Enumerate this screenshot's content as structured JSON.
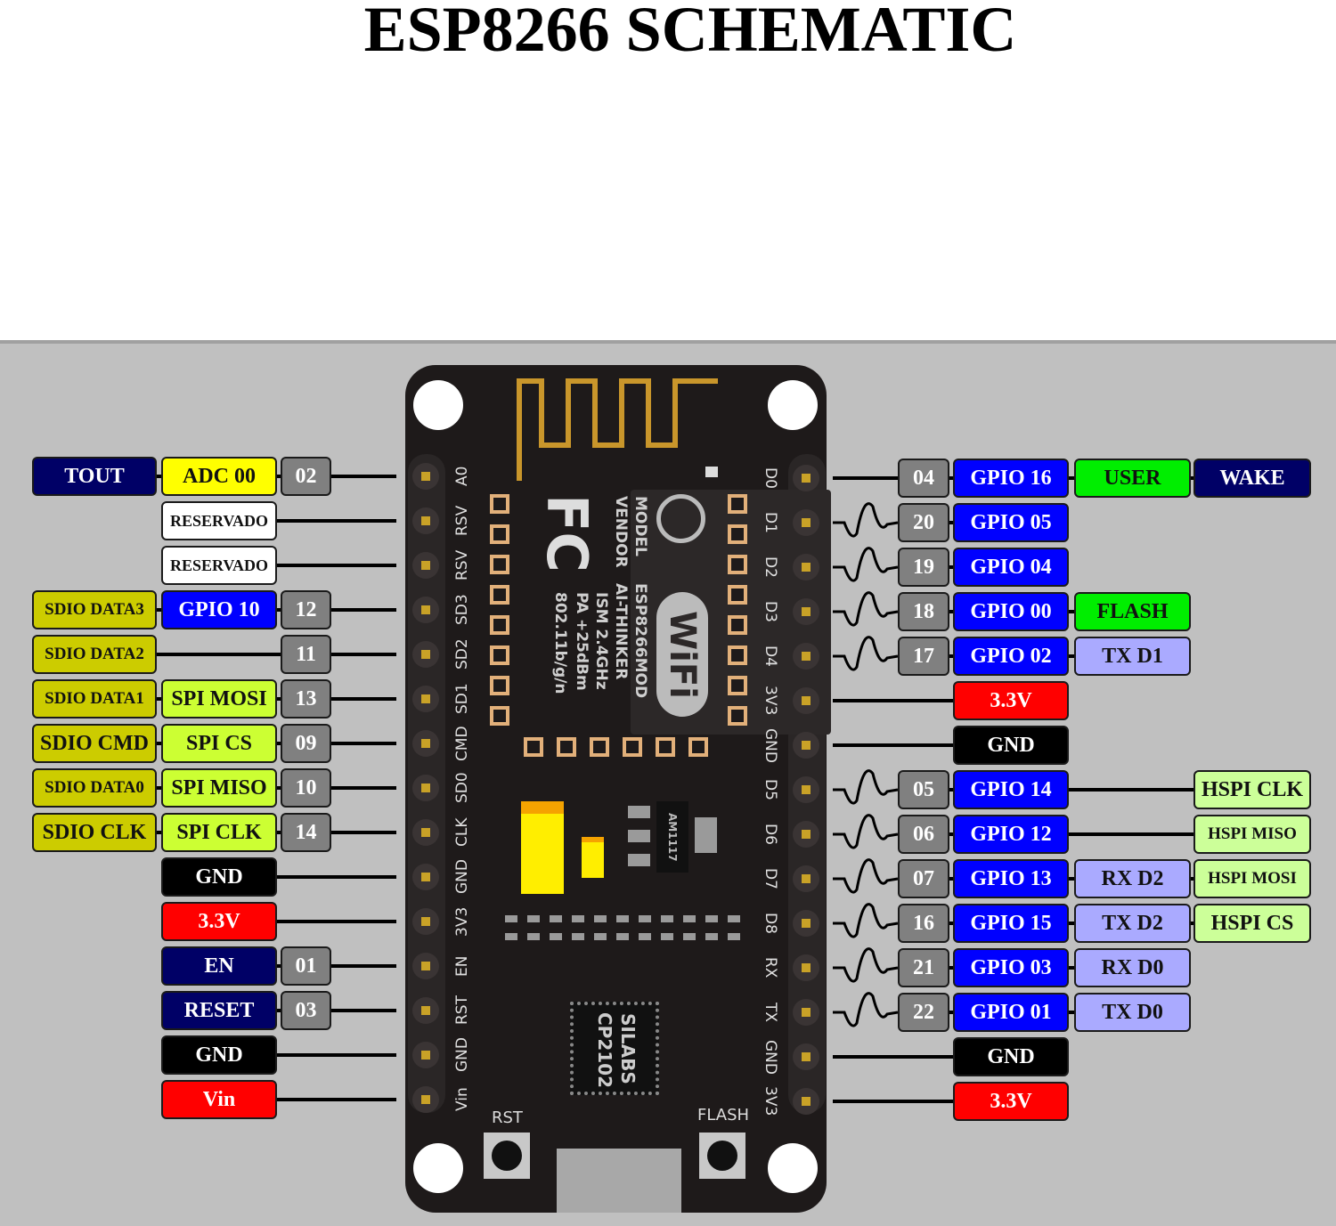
{
  "title": "ESP8266 SCHEMATIC",
  "colors": {
    "navy": "#000066",
    "yellow": "#ffff00",
    "white": "#ffffff",
    "sdio": "#cccc00",
    "gpio": "#0000ff",
    "spi": "#ccff33",
    "num": "#808080",
    "gnd": "#000000",
    "power": "#ff0000",
    "green": "#00ee00",
    "lavender": "#aaaaff",
    "hspi": "#ccff99"
  },
  "left_pins": [
    {
      "pin": "A0",
      "labels": [
        {
          "slot": "a",
          "text": "TOUT",
          "kind": "navy"
        },
        {
          "slot": "b",
          "text": "ADC 00",
          "kind": "yellow"
        },
        {
          "slot": "num",
          "text": "02",
          "kind": "num"
        }
      ]
    },
    {
      "pin": "RSV",
      "labels": [
        {
          "slot": "b",
          "text": "RESERVADO",
          "kind": "white"
        }
      ]
    },
    {
      "pin": "RSV",
      "labels": [
        {
          "slot": "b",
          "text": "RESERVADO",
          "kind": "white"
        }
      ]
    },
    {
      "pin": "SD3",
      "labels": [
        {
          "slot": "a",
          "text": "SDIO DATA3",
          "kind": "sdio"
        },
        {
          "slot": "b",
          "text": "GPIO 10",
          "kind": "gpio"
        },
        {
          "slot": "num",
          "text": "12",
          "kind": "num"
        }
      ]
    },
    {
      "pin": "SD2",
      "labels": [
        {
          "slot": "a",
          "text": "SDIO DATA2",
          "kind": "sdio"
        },
        {
          "slot": "num",
          "text": "11",
          "kind": "num"
        }
      ]
    },
    {
      "pin": "SD1",
      "labels": [
        {
          "slot": "a",
          "text": "SDIO DATA1",
          "kind": "sdio"
        },
        {
          "slot": "b",
          "text": "SPI MOSI",
          "kind": "spi"
        },
        {
          "slot": "num",
          "text": "13",
          "kind": "num"
        }
      ]
    },
    {
      "pin": "CMD",
      "labels": [
        {
          "slot": "a",
          "text": "SDIO CMD",
          "kind": "sdio"
        },
        {
          "slot": "b",
          "text": "SPI CS",
          "kind": "spi"
        },
        {
          "slot": "num",
          "text": "09",
          "kind": "num"
        }
      ]
    },
    {
      "pin": "SD0",
      "labels": [
        {
          "slot": "a",
          "text": "SDIO DATA0",
          "kind": "sdio"
        },
        {
          "slot": "b",
          "text": "SPI MISO",
          "kind": "spi"
        },
        {
          "slot": "num",
          "text": "10",
          "kind": "num"
        }
      ]
    },
    {
      "pin": "CLK",
      "labels": [
        {
          "slot": "a",
          "text": "SDIO CLK",
          "kind": "sdio"
        },
        {
          "slot": "b",
          "text": "SPI CLK",
          "kind": "spi"
        },
        {
          "slot": "num",
          "text": "14",
          "kind": "num"
        }
      ]
    },
    {
      "pin": "GND",
      "labels": [
        {
          "slot": "b",
          "text": "GND",
          "kind": "gnd"
        }
      ]
    },
    {
      "pin": "3V3",
      "labels": [
        {
          "slot": "b",
          "text": "3.3V",
          "kind": "power"
        }
      ]
    },
    {
      "pin": "EN",
      "labels": [
        {
          "slot": "b",
          "text": "EN",
          "kind": "navy"
        },
        {
          "slot": "num",
          "text": "01",
          "kind": "num"
        }
      ]
    },
    {
      "pin": "RST",
      "labels": [
        {
          "slot": "b",
          "text": "RESET",
          "kind": "navy"
        },
        {
          "slot": "num",
          "text": "03",
          "kind": "num"
        }
      ]
    },
    {
      "pin": "GND",
      "labels": [
        {
          "slot": "b",
          "text": "GND",
          "kind": "gnd"
        }
      ]
    },
    {
      "pin": "Vin",
      "labels": [
        {
          "slot": "b",
          "text": "Vin",
          "kind": "power"
        }
      ]
    }
  ],
  "right_pins": [
    {
      "pin": "D0",
      "labels": [
        {
          "slot": "num",
          "text": "04",
          "kind": "num"
        },
        {
          "slot": "gpio",
          "text": "GPIO 16",
          "kind": "gpio"
        },
        {
          "slot": "c3",
          "text": "USER",
          "kind": "green"
        },
        {
          "slot": "c4",
          "text": "WAKE",
          "kind": "navy"
        }
      ]
    },
    {
      "pin": "D1",
      "labels": [
        {
          "slot": "num",
          "text": "20",
          "kind": "num"
        },
        {
          "slot": "gpio",
          "text": "GPIO 05",
          "kind": "gpio"
        }
      ]
    },
    {
      "pin": "D2",
      "labels": [
        {
          "slot": "num",
          "text": "19",
          "kind": "num"
        },
        {
          "slot": "gpio",
          "text": "GPIO 04",
          "kind": "gpio"
        }
      ]
    },
    {
      "pin": "D3",
      "labels": [
        {
          "slot": "num",
          "text": "18",
          "kind": "num"
        },
        {
          "slot": "gpio",
          "text": "GPIO 00",
          "kind": "gpio"
        },
        {
          "slot": "c3",
          "text": "FLASH",
          "kind": "green"
        }
      ]
    },
    {
      "pin": "D4",
      "labels": [
        {
          "slot": "num",
          "text": "17",
          "kind": "num"
        },
        {
          "slot": "gpio",
          "text": "GPIO 02",
          "kind": "gpio"
        },
        {
          "slot": "c3",
          "text": "TX D1",
          "kind": "lavender"
        }
      ]
    },
    {
      "pin": "3V3",
      "labels": [
        {
          "slot": "gpio",
          "text": "3.3V",
          "kind": "power"
        }
      ]
    },
    {
      "pin": "GND",
      "labels": [
        {
          "slot": "gpio",
          "text": "GND",
          "kind": "gnd"
        }
      ]
    },
    {
      "pin": "D5",
      "labels": [
        {
          "slot": "num",
          "text": "05",
          "kind": "num"
        },
        {
          "slot": "gpio",
          "text": "GPIO 14",
          "kind": "gpio"
        },
        {
          "slot": "c4",
          "text": "HSPI CLK",
          "kind": "hspi"
        }
      ]
    },
    {
      "pin": "D6",
      "labels": [
        {
          "slot": "num",
          "text": "06",
          "kind": "num"
        },
        {
          "slot": "gpio",
          "text": "GPIO 12",
          "kind": "gpio"
        },
        {
          "slot": "c4",
          "text": "HSPI MISO",
          "kind": "hspi"
        }
      ]
    },
    {
      "pin": "D7",
      "labels": [
        {
          "slot": "num",
          "text": "07",
          "kind": "num"
        },
        {
          "slot": "gpio",
          "text": "GPIO 13",
          "kind": "gpio"
        },
        {
          "slot": "c3",
          "text": "RX D2",
          "kind": "lavender"
        },
        {
          "slot": "c4",
          "text": "HSPI MOSI",
          "kind": "hspi"
        }
      ]
    },
    {
      "pin": "D8",
      "labels": [
        {
          "slot": "num",
          "text": "16",
          "kind": "num"
        },
        {
          "slot": "gpio",
          "text": "GPIO 15",
          "kind": "gpio"
        },
        {
          "slot": "c3",
          "text": "TX D2",
          "kind": "lavender"
        },
        {
          "slot": "c4",
          "text": "HSPI CS",
          "kind": "hspi"
        }
      ]
    },
    {
      "pin": "RX",
      "labels": [
        {
          "slot": "num",
          "text": "21",
          "kind": "num"
        },
        {
          "slot": "gpio",
          "text": "GPIO 03",
          "kind": "gpio"
        },
        {
          "slot": "c3",
          "text": "RX D0",
          "kind": "lavender"
        }
      ]
    },
    {
      "pin": "TX",
      "labels": [
        {
          "slot": "num",
          "text": "22",
          "kind": "num"
        },
        {
          "slot": "gpio",
          "text": "GPIO 01",
          "kind": "gpio"
        },
        {
          "slot": "c3",
          "text": "TX D0",
          "kind": "lavender"
        }
      ]
    },
    {
      "pin": "GND",
      "labels": [
        {
          "slot": "gpio",
          "text": "GND",
          "kind": "gnd"
        }
      ]
    },
    {
      "pin": "3V3",
      "labels": [
        {
          "slot": "gpio",
          "text": "3.3V",
          "kind": "power"
        }
      ]
    }
  ],
  "board": {
    "module": {
      "model_label": "MODEL",
      "model": "ESP8266MOD",
      "vendor_label": "VENDOR",
      "vendor": "AI-THINKER",
      "band": "ISM 2.4GHz",
      "power": "PA +25dBm",
      "standard": "802.11b/g/n",
      "wifi_logo": "WiFi",
      "fcc_logo": "FC"
    },
    "regulator": "AM1117",
    "usb_chip_vendor": "SILABS",
    "usb_chip": "CP2102",
    "rst_button": "RST",
    "flash_button": "FLASH"
  }
}
